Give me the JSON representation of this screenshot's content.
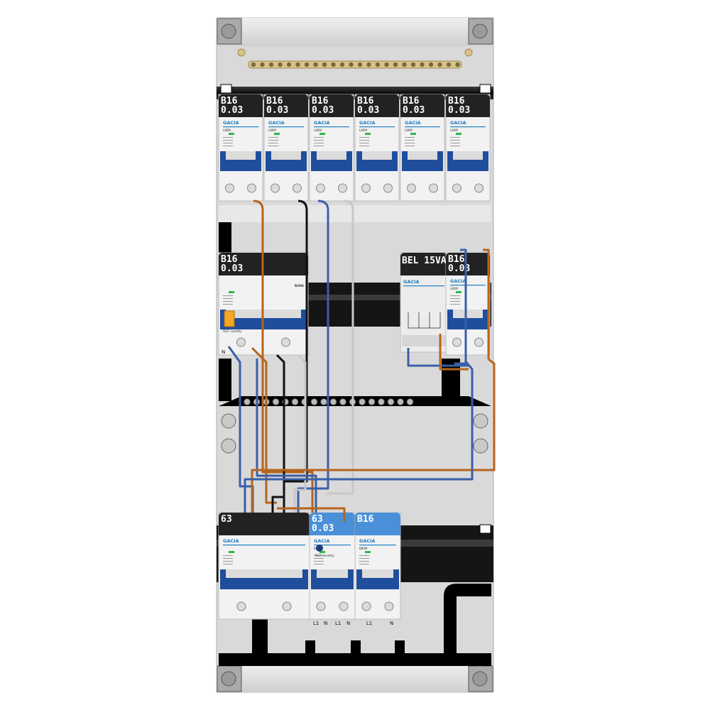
{
  "board": {
    "row1_breakers": [
      {
        "rating": "B16",
        "sensitivity": "0.03",
        "brand": "GACIA",
        "model": "L80M"
      },
      {
        "rating": "B16",
        "sensitivity": "0.03",
        "brand": "GACIA",
        "model": "L80M"
      },
      {
        "rating": "B16",
        "sensitivity": "0.03",
        "brand": "GACIA",
        "model": "L80M"
      },
      {
        "rating": "B16",
        "sensitivity": "0.03",
        "brand": "GACIA",
        "model": "L80M"
      },
      {
        "rating": "B16",
        "sensitivity": "0.03",
        "brand": "GACIA",
        "model": "L80M"
      },
      {
        "rating": "B16",
        "sensitivity": "0.03",
        "brand": "GACIA",
        "model": "L80M"
      }
    ],
    "row2": {
      "rcbo": {
        "rating": "B16",
        "sensitivity": "0.03",
        "model": "RCM4",
        "test_label": "TEST monthly",
        "terminal": "N"
      },
      "transformer": {
        "label": "BEL 15VA",
        "brand": "GACIA"
      },
      "mcb": {
        "rating": "B16",
        "sensitivity": "0.03",
        "brand": "GACIA",
        "model": "L80M"
      }
    },
    "row3": {
      "main_switch": {
        "rating": "63",
        "brand": "GACIA"
      },
      "rcd": {
        "rating": "63",
        "sensitivity": "0.03",
        "brand": "GACIA",
        "model": "B80R",
        "test_label": "TEST monthly"
      },
      "mcb_pair": {
        "rating": "B16",
        "brand": "GACIA",
        "model": "B80M"
      },
      "terminals": [
        "L1",
        "N",
        "L1",
        "N",
        "L1",
        "N"
      ]
    }
  },
  "colors": {
    "enclosure": "#d9d9d9",
    "rail": "#1a1a1a",
    "wire_brown": "#b5651d",
    "wire_blue": "#3a5fa8",
    "wire_black": "#111111",
    "wire_grey": "#c8c8c8",
    "handle": "#1f4e9c",
    "accent_blue": "#4a90d9"
  }
}
